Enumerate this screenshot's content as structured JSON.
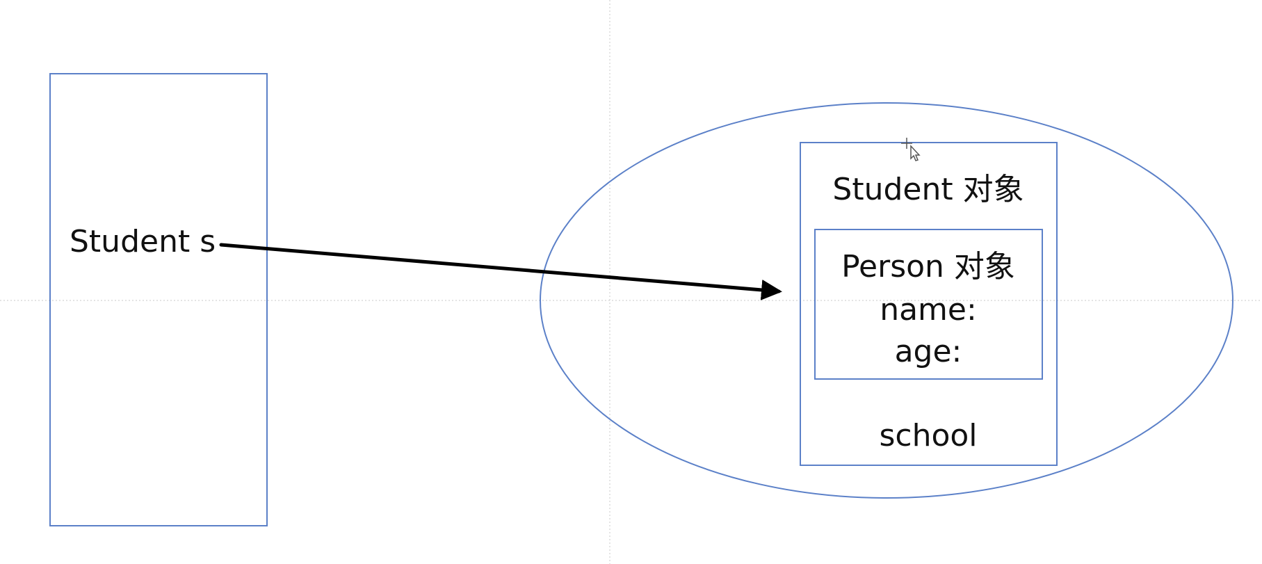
{
  "diagram": {
    "stack_variable": "Student s",
    "student_object": {
      "title": "Student 对象",
      "field": "school"
    },
    "person_object": {
      "title": "Person 对象",
      "fields": [
        "name:",
        "age:"
      ]
    }
  },
  "colors": {
    "shape_stroke": "#5b80c8",
    "arrow": "#000000",
    "guide": "#c8c8c8",
    "text": "#111111"
  },
  "icons": {
    "cursor": "move-cursor-icon"
  }
}
